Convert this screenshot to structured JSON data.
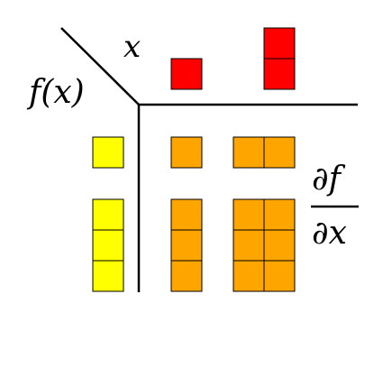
{
  "labels": {
    "x": "x",
    "fx": "f(x)",
    "partial_f": "∂f",
    "partial_x": "∂x"
  },
  "colors": {
    "input": "#ff0000",
    "output": "#ffff00",
    "jacobian": "#ffa500",
    "line": "#000000"
  },
  "grids": {
    "inputs": [
      {
        "name": "input-block-1x1",
        "rows": 1,
        "cols": 1
      },
      {
        "name": "input-block-2x1",
        "rows": 2,
        "cols": 1
      }
    ],
    "outputs": [
      {
        "name": "output-block-1x1",
        "rows": 1,
        "cols": 1
      },
      {
        "name": "output-block-3x1",
        "rows": 3,
        "cols": 1
      }
    ],
    "jacobians": [
      {
        "name": "jacobian-block-1x1",
        "rows": 1,
        "cols": 1
      },
      {
        "name": "jacobian-block-1x2",
        "rows": 1,
        "cols": 2
      },
      {
        "name": "jacobian-block-3x1",
        "rows": 3,
        "cols": 1
      },
      {
        "name": "jacobian-block-3x2",
        "rows": 3,
        "cols": 2
      }
    ]
  }
}
